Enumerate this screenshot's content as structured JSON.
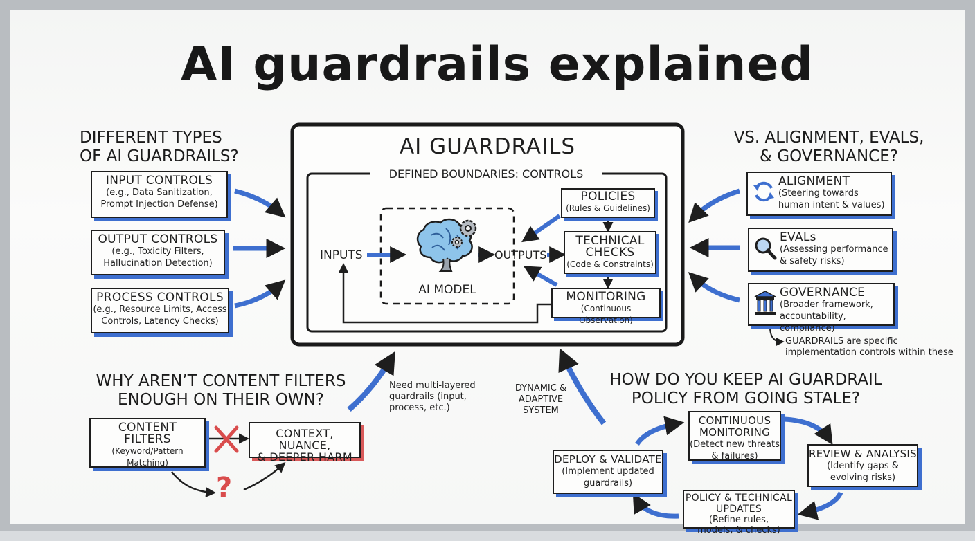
{
  "title": "AI guardrails explained",
  "types": {
    "heading": "DIFFERENT TYPES\nOF AI GUARDRAILS?",
    "items": [
      {
        "label": "INPUT CONTROLS",
        "detail": "(e.g., Data Sanitization,\nPrompt Injection Defense)"
      },
      {
        "label": "OUTPUT CONTROLS",
        "detail": "(e.g., Toxicity Filters,\nHallucination Detection)"
      },
      {
        "label": "PROCESS CONTROLS",
        "detail": "(e.g., Resource Limits, Access\nControls, Latency Checks)"
      }
    ]
  },
  "center": {
    "heading": "AI GUARDRAILS",
    "boundaries": "DEFINED BOUNDARIES: CONTROLS",
    "inputs": "INPUTS",
    "outputs": "OUTPUTS",
    "model": "AI MODEL",
    "controls": [
      {
        "label": "POLICIES",
        "detail": "(Rules & Guidelines)"
      },
      {
        "label": "TECHNICAL\nCHECKS",
        "detail": "(Code & Constraints)"
      },
      {
        "label": "MONITORING",
        "detail": "(Continuous Observation)"
      }
    ]
  },
  "versus": {
    "heading": "VS. ALIGNMENT, EVALS,\n& GOVERNANCE?",
    "items": [
      {
        "label": "ALIGNMENT",
        "detail": "(Steering towards\nhuman intent & values)",
        "icon": "sync-arrows-icon"
      },
      {
        "label": "EVALs",
        "detail": "(Assessing performance\n& safety risks)",
        "icon": "magnifier-icon"
      },
      {
        "label": "GOVERNANCE",
        "detail": "(Broader framework,\naccountability, compliance)",
        "icon": "pillars-icon"
      }
    ],
    "note": "GUARDRAILS are specific\nimplementation controls within these"
  },
  "filters": {
    "heading": "WHY AREN’T CONTENT FILTERS\nENOUGH ON THEIR OWN?",
    "content_filters": {
      "label": "CONTENT\nFILTERS",
      "detail": "(Keyword/Pattern Matching)"
    },
    "context": "CONTEXT, NUANCE,\n& DEEPER HARM",
    "question": "?",
    "note": "Need multi-layered\nguardrails (input,\nprocess, etc.)"
  },
  "stale": {
    "heading": "HOW DO YOU KEEP AI GUARDRAIL\nPOLICY FROM GOING STALE?",
    "dynamic_note": "DYNAMIC &\nADAPTIVE\nSYSTEM",
    "cycle": [
      {
        "label": "CONTINUOUS\nMONITORING",
        "detail": "(Detect new threats\n& failures)"
      },
      {
        "label": "REVIEW & ANALYSIS",
        "detail": "(Identify gaps &\nevolving risks)"
      },
      {
        "label": "POLICY & TECHNICAL\nUPDATES",
        "detail": "(Refine rules,\nmodels, & checks)"
      },
      {
        "label": "DEPLOY & VALIDATE",
        "detail": "(Implement updated\nguardrails)"
      }
    ]
  },
  "colors": {
    "ink": "#1e1e1e",
    "accent": "#3e6fcf",
    "warning": "#d95a5a"
  }
}
